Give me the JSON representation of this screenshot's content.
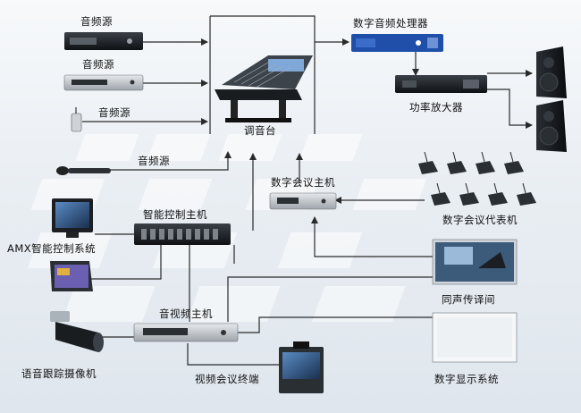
{
  "labels": {
    "audio_source_1": "音频源",
    "audio_source_2": "音频源",
    "audio_source_3": "音频源",
    "audio_source_4": "音频源",
    "mixer": "调音台",
    "dsp": "数字音频处理器",
    "amplifier": "功率放大器",
    "conf_host": "数字会议主机",
    "conf_delegates": "数字会议代表机",
    "smart_ctrl_host": "智能控制主机",
    "amx_system": "AMX智能控制系统",
    "interpretation": "同声传译间",
    "av_host": "音视频主机",
    "tracking_camera": "语音跟踪摄像机",
    "video_conf_terminal": "视频会议终端",
    "digital_display": "数字显示系统"
  },
  "colors": {
    "line": "#2a2a2a",
    "device_dark": "#1e2226",
    "device_silver": "#c9ced3",
    "dsp_blue": "#1f4fa8",
    "speaker": "#15181b",
    "screen_blue": "#2d5c8f"
  }
}
